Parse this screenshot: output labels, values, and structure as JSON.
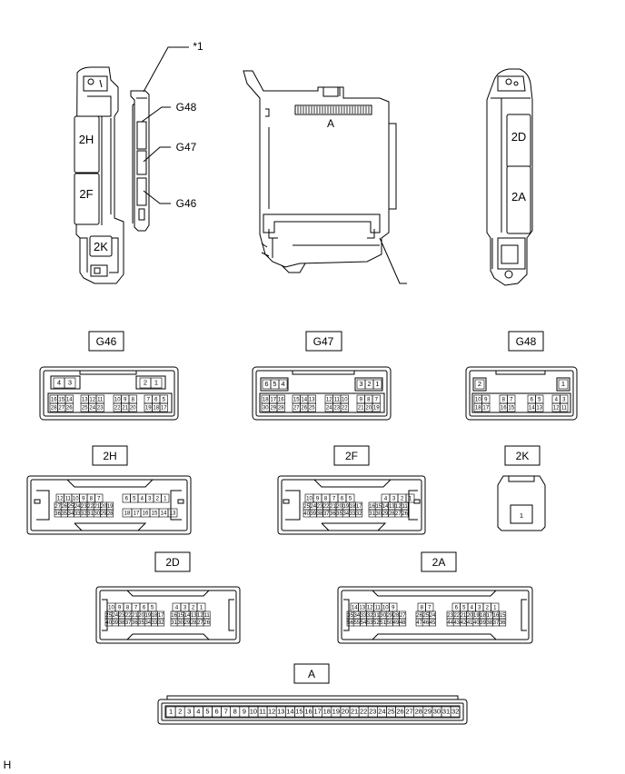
{
  "callout_label": "*1",
  "component_labels": {
    "left_2H": "2H",
    "left_2F": "2F",
    "left_2K": "2K",
    "left_G48": "G48",
    "left_G47": "G47",
    "left_G46": "G46",
    "center_A": "A",
    "right_2D": "2D",
    "right_2A": "2A"
  },
  "connectors": {
    "G46": {
      "title": "G46",
      "top_groups": [
        [
          "4",
          "3"
        ],
        [
          "2",
          "1"
        ]
      ],
      "bottom_row1": [
        [
          "16",
          "15",
          "14"
        ],
        [
          "13",
          "12",
          "11"
        ],
        [
          "10",
          "9",
          "8"
        ],
        [
          "7",
          "6",
          "5"
        ]
      ],
      "bottom_row2": [
        [
          "28",
          "27",
          "26"
        ],
        [
          "25",
          "24",
          "23"
        ],
        [
          "22",
          "21",
          "20"
        ],
        [
          "19",
          "18",
          "17"
        ]
      ]
    },
    "G47": {
      "title": "G47",
      "top_groups": [
        [
          "6",
          "5",
          "4"
        ],
        [
          "3",
          "2",
          "1"
        ]
      ],
      "bottom_row1": [
        [
          "18",
          "17",
          "16"
        ],
        [
          "15",
          "14",
          "13"
        ],
        [
          "12",
          "11",
          "10"
        ],
        [
          "9",
          "8",
          "7"
        ]
      ],
      "bottom_row2": [
        [
          "30",
          "29",
          "28"
        ],
        [
          "27",
          "26",
          "25"
        ],
        [
          "24",
          "23",
          "22"
        ],
        [
          "21",
          "20",
          "19"
        ]
      ]
    },
    "G48": {
      "title": "G48",
      "top_groups": [
        [
          "2"
        ],
        [
          "1"
        ]
      ],
      "bottom_row1": [
        [
          "10",
          "9"
        ],
        [
          "8",
          "7"
        ],
        [
          "6",
          "5"
        ],
        [
          "4",
          "3"
        ]
      ],
      "bottom_row2": [
        [
          "18",
          "17"
        ],
        [
          "16",
          "15"
        ],
        [
          "14",
          "13"
        ],
        [
          "12",
          "11"
        ]
      ]
    },
    "2H": {
      "title": "2H",
      "row1": [
        [
          "12",
          "11",
          "10",
          "9",
          "8",
          "7"
        ],
        [
          "6",
          "5",
          "4",
          "3",
          "2",
          "1"
        ]
      ],
      "row2": [
        [
          "27",
          "26",
          "25",
          "24",
          "23",
          "22",
          "21",
          "20",
          "19"
        ],
        [
          "18",
          "17",
          "16",
          "15",
          "14",
          "13"
        ]
      ],
      "row3": [
        [
          "36",
          "35",
          "34",
          "33",
          "32",
          "31",
          "30",
          "29",
          "28"
        ]
      ]
    },
    "2F": {
      "title": "2F",
      "row1": [
        [
          "10",
          "9",
          "8",
          "7",
          "6",
          "5"
        ],
        [
          "4",
          "3",
          "2",
          "1"
        ]
      ],
      "row2": [
        [
          "25",
          "24",
          "23",
          "22",
          "21",
          "20",
          "19",
          "18",
          "17"
        ],
        [
          "16",
          "15",
          "14",
          "13",
          "12",
          "11"
        ]
      ],
      "row3": [
        [
          "40",
          "39",
          "38",
          "37",
          "36",
          "35",
          "34",
          "33",
          "32"
        ],
        [
          "31",
          "30",
          "29",
          "28",
          "27",
          "26"
        ]
      ]
    },
    "2K": {
      "title": "2K",
      "pin": "1"
    },
    "2D": {
      "title": "2D",
      "row1": [
        [
          "10",
          "9",
          "8",
          "7",
          "6",
          "5"
        ],
        [
          "4",
          "3",
          "2",
          "1"
        ]
      ],
      "row2": [
        [
          "25",
          "24",
          "23",
          "22",
          "21",
          "20",
          "19",
          "18",
          "17"
        ],
        [
          "16",
          "15",
          "14",
          "13",
          "12",
          "11"
        ]
      ],
      "row3": [
        [
          "40",
          "39",
          "38",
          "37",
          "36",
          "35",
          "34",
          "33",
          "32"
        ],
        [
          "31",
          "30",
          "29",
          "28",
          "27",
          "26"
        ]
      ]
    },
    "2A": {
      "title": "2A",
      "row1": [
        [
          "14",
          "13",
          "12",
          "11",
          "10",
          "9"
        ],
        [
          "8",
          "7"
        ],
        [
          "6",
          "5",
          "4",
          "3",
          "2",
          "1"
        ]
      ],
      "row2": [
        [
          "35",
          "34",
          "33",
          "32",
          "31",
          "30",
          "29",
          "28",
          "27"
        ],
        [
          "26",
          "25",
          "24"
        ],
        [
          "23",
          "22",
          "21",
          "20",
          "19",
          "18",
          "17",
          "16",
          "15"
        ]
      ],
      "row3": [
        [
          "56",
          "55",
          "54",
          "53",
          "52",
          "51",
          "50",
          "49",
          "48"
        ],
        [
          "47",
          "46",
          "45"
        ],
        [
          "44",
          "43",
          "42",
          "41",
          "40",
          "39",
          "38",
          "37",
          "36"
        ]
      ]
    },
    "A": {
      "title": "A",
      "pins": [
        "1",
        "2",
        "3",
        "4",
        "5",
        "6",
        "7",
        "8",
        "9",
        "10",
        "11",
        "12",
        "13",
        "14",
        "15",
        "16",
        "17",
        "18",
        "19",
        "20",
        "21",
        "22",
        "23",
        "24",
        "25",
        "26",
        "27",
        "28",
        "29",
        "30",
        "31",
        "32"
      ]
    }
  },
  "footer_code": "H"
}
